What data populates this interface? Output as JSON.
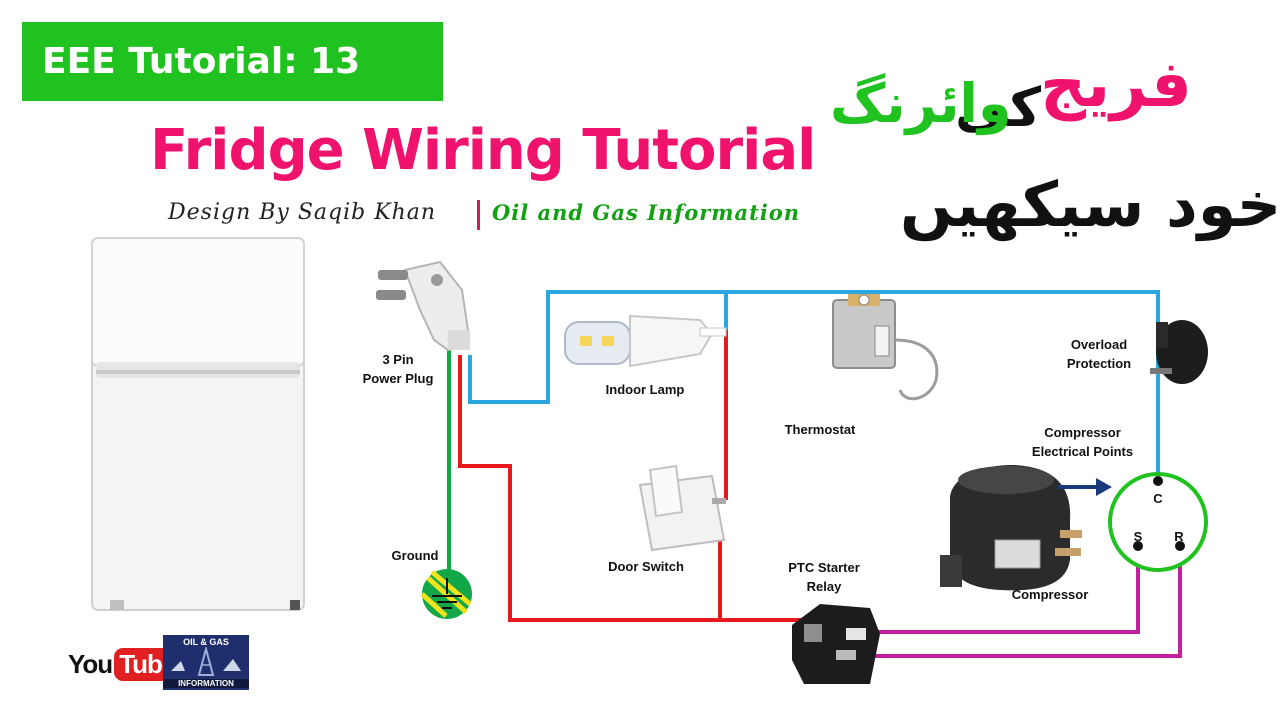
{
  "header": {
    "badge": "EEE Tutorial: 13",
    "title": "Fridge Wiring Tutorial",
    "credit": "Design By Saqib Khan",
    "channel": "Oil and Gas Information",
    "urdu_line1_a": "فریج",
    "urdu_line1_b": "کی",
    "urdu_line1_c": "وائرنگ",
    "urdu_line2": "خود سیکھیں"
  },
  "labels": {
    "plug": [
      "3 Pin",
      "Power Plug"
    ],
    "lamp": "Indoor Lamp",
    "thermostat": "Thermostat",
    "overload": [
      "Overload",
      "Protection"
    ],
    "compressor_points": [
      "Compressor",
      "Electrical Points"
    ],
    "ground": "Ground",
    "door_switch": "Door Switch",
    "ptc": [
      "PTC Starter",
      "Relay"
    ],
    "compressor": "Compressor",
    "terminal_c": "C",
    "terminal_s": "S",
    "terminal_r": "R"
  },
  "footer": {
    "youtube_you": "You",
    "youtube_tube": "Tube",
    "logo_top": "OIL & GAS",
    "logo_bottom": "INFORMATION"
  },
  "colors": {
    "title": "#f0136e",
    "badge": "#1fc21f",
    "live_wire": "#e8191c",
    "neutral_wire": "#2aa7e0",
    "ground_wire": "#12a84a",
    "compressor_wire": "#c2209d"
  }
}
